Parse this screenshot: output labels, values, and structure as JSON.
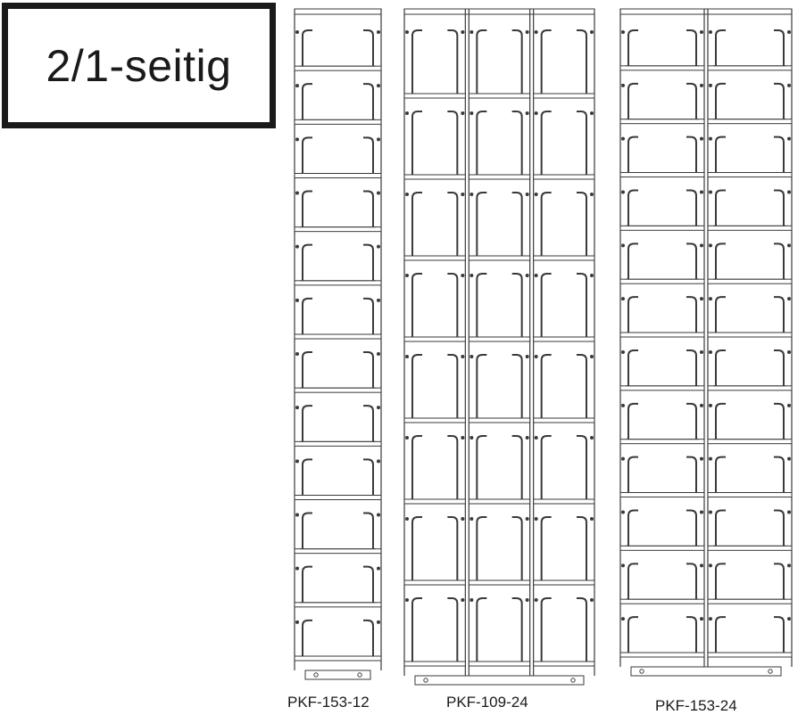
{
  "label": {
    "text": "2/1-seitig"
  },
  "models": [
    {
      "name": "PKF-153-12",
      "columns": 1,
      "pockets_per_column": 12
    },
    {
      "name": "PKF-109-24",
      "columns": 3,
      "pockets_per_column": 8
    },
    {
      "name": "PKF-153-24",
      "columns": 2,
      "pockets_per_column": 12
    }
  ],
  "colors": {
    "line": "#3a3a3a",
    "background": "#ffffff"
  }
}
